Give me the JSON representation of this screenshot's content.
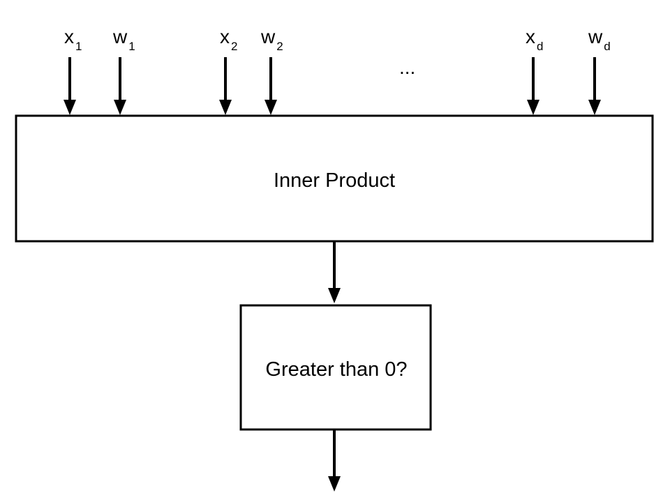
{
  "inputs": [
    {
      "base": "x",
      "sub": "1"
    },
    {
      "base": "w",
      "sub": "1"
    },
    {
      "base": "x",
      "sub": "2"
    },
    {
      "base": "w",
      "sub": "2"
    },
    {
      "base": "x",
      "sub": "d"
    },
    {
      "base": "w",
      "sub": "d"
    }
  ],
  "ellipsis": "...",
  "inner_product_box": {
    "label": "Inner Product"
  },
  "threshold_box": {
    "label": "Greater than 0?"
  },
  "colors": {
    "stroke": "#000000",
    "background": "#ffffff"
  }
}
